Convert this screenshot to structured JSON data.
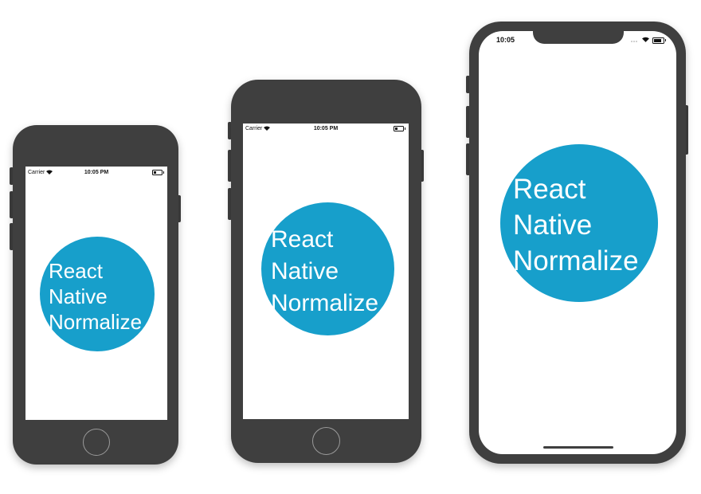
{
  "phones": [
    {
      "status": {
        "carrier": "Carrier",
        "time": "10:05 PM"
      },
      "circle": {
        "color": "#179fcb"
      },
      "text": {
        "line1": "React",
        "line2": "Native",
        "line3": "Normalize"
      }
    },
    {
      "status": {
        "carrier": "Carrier",
        "time": "10:05 PM"
      },
      "circle": {
        "color": "#179fcb"
      },
      "text": {
        "line1": "React",
        "line2": "Native",
        "line3": "Normalize"
      }
    },
    {
      "status": {
        "time": "10:05"
      },
      "circle": {
        "color": "#179fcb"
      },
      "text": {
        "line1": "React",
        "line2": "Native",
        "line3": "Normalize"
      }
    }
  ],
  "colors": {
    "device_body": "#3f3f3f",
    "circle": "#179fcb",
    "text": "#ffffff"
  },
  "icons": [
    "wifi-icon",
    "battery-icon",
    "signal-icon",
    "home-button-icon"
  ]
}
